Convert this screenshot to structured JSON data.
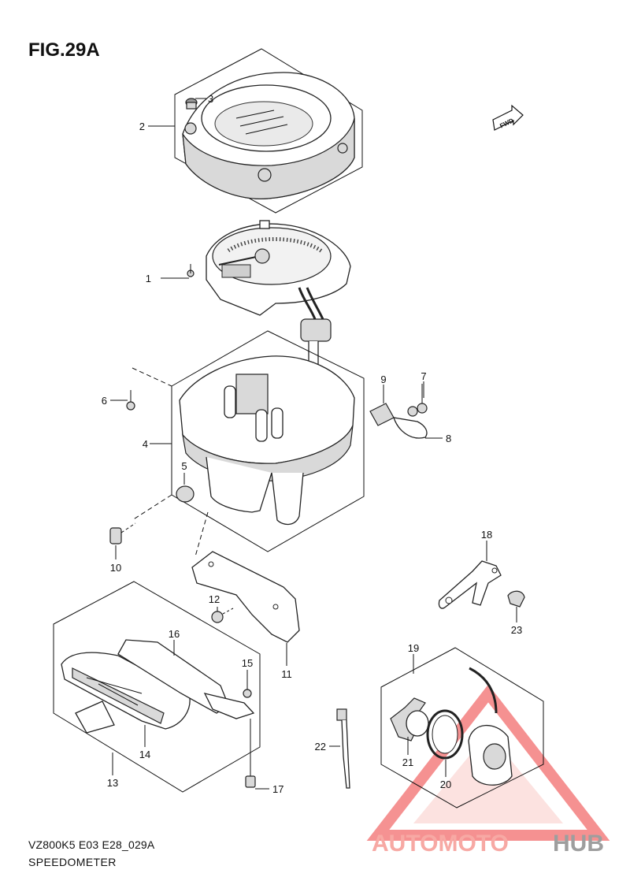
{
  "figure": {
    "title": "FIG.29A",
    "model_code": "VZ800K5 E03 E28_029A",
    "name": "SPEEDOMETER",
    "fwd_label": "FWD"
  },
  "callouts": [
    "1",
    "2",
    "3",
    "4",
    "5",
    "6",
    "7",
    "8",
    "9",
    "10",
    "11",
    "12",
    "13",
    "14",
    "15",
    "16",
    "17",
    "18",
    "19",
    "20",
    "21",
    "22",
    "23"
  ],
  "watermark": {
    "part1": "AUTOMOTO",
    "part2": "HUB",
    "color1": "#f7a9a4",
    "color2": "#9e9e9e",
    "triangle_color": "#f26d6d"
  }
}
